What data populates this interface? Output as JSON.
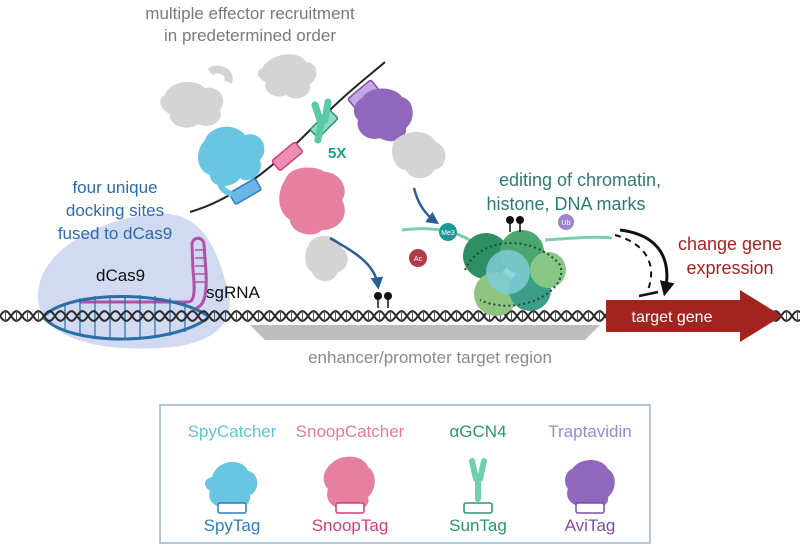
{
  "title": {
    "line1": "multiple effector recruitment",
    "line2": "in predetermined order"
  },
  "docking": {
    "line1": "four unique",
    "line2": "docking sites",
    "line3": "fused to dCas9"
  },
  "dcas9_label": "dCas9",
  "sgrna_label": "sgRNA",
  "repeat_label": "5X",
  "editing": {
    "line1": "editing of chromatin,",
    "line2": "histone, DNA marks"
  },
  "change": {
    "line1": "change gene",
    "line2": "expression"
  },
  "target_gene_label": "target gene",
  "region_label": "enhancer/promoter target region",
  "marks": {
    "me3": "Me3",
    "ac": "Ac",
    "ub": "Ub"
  },
  "legend": {
    "catchers": [
      {
        "name": "SpyCatcher",
        "color": "#5ec3d8"
      },
      {
        "name": "SnoopCatcher",
        "color": "#e6799d"
      },
      {
        "name": "αGCN4",
        "color": "#25976b"
      },
      {
        "name": "Traptavidin",
        "color": "#9b86cf"
      }
    ],
    "tags": [
      {
        "name": "SpyTag",
        "color": "#2e7bbf"
      },
      {
        "name": "SnoopTag",
        "color": "#d2407a"
      },
      {
        "name": "SunTag",
        "color": "#25976b"
      },
      {
        "name": "AviTag",
        "color": "#7f4da6"
      }
    ]
  },
  "colors": {
    "spy": "#69c6e2",
    "snoop": "#e5809f",
    "sun": "#6fd0b0",
    "avi": "#9166bd",
    "effector": "#d6d6d6",
    "target_gene": "#a3241f",
    "dna": "#222222",
    "dcas9_bg": "#c9d3ef",
    "nucleosome": "#8fb978",
    "nucleosome_teal": "#7ccfcf"
  }
}
